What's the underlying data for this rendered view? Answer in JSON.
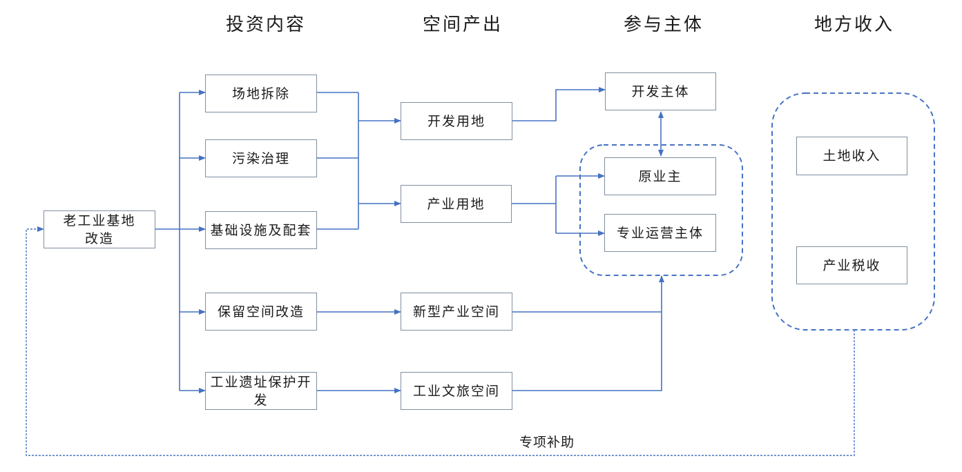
{
  "headers": {
    "investment": "投资内容",
    "space": "空间产出",
    "participants": "参与主体",
    "revenue": "地方收入"
  },
  "nodes": {
    "old_base": "老工业基地改造",
    "site_demolition": "场地拆除",
    "pollution": "污染治理",
    "infrastructure": "基础设施及配套",
    "retained_space": "保留空间改造",
    "heritage": "工业遗址保护开发",
    "dev_land": "开发用地",
    "industrial_land": "产业用地",
    "new_space": "新型产业空间",
    "culture_space": "工业文旅空间",
    "developer": "开发主体",
    "original_owner": "原业主",
    "operator": "专业运营主体",
    "land_income": "土地收入",
    "tax_income": "产业税收"
  },
  "edge_labels": {
    "subsidy": "专项补助"
  },
  "colors": {
    "line": "#4472c4",
    "box_border": "#7f8ea0"
  }
}
